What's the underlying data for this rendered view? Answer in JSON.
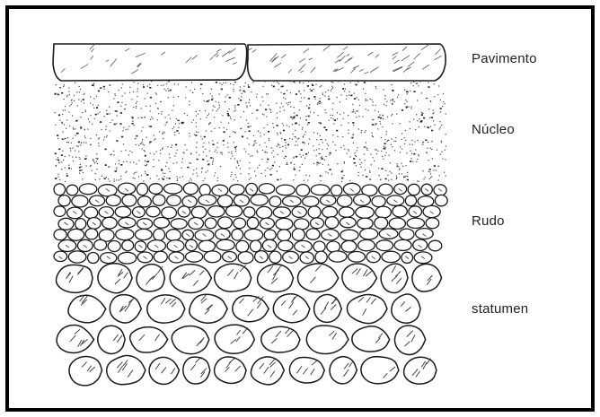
{
  "diagram": {
    "layers": [
      {
        "id": "pavimento",
        "label": "Pavimento"
      },
      {
        "id": "nucleo",
        "label": "Núcleo"
      },
      {
        "id": "rudo",
        "label": "Rudo"
      },
      {
        "id": "statumen",
        "label": "statumen"
      }
    ],
    "colors": {
      "ink": "#1a1a1a",
      "paper": "#ffffff",
      "frame": "#000000"
    }
  }
}
